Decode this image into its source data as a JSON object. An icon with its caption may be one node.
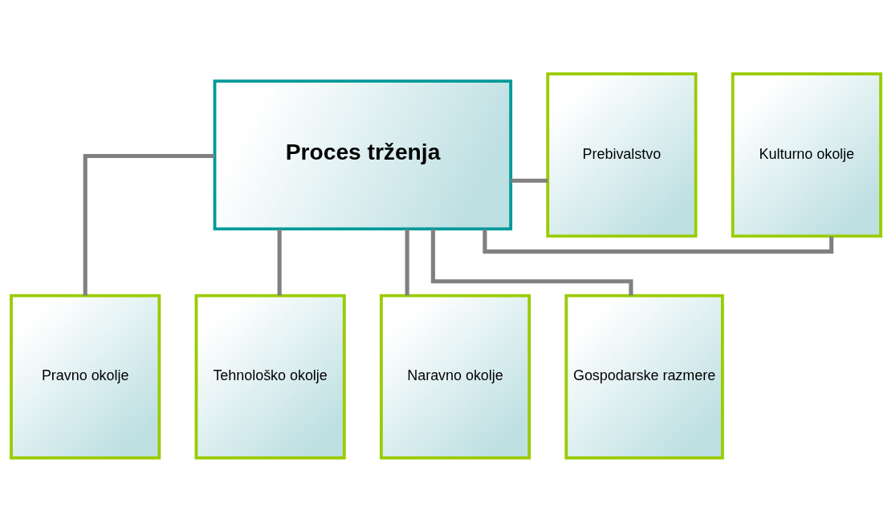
{
  "diagram": {
    "nodes": [
      {
        "text": [
          "Proces trženja"
        ]
      },
      {
        "text": [
          "Kulturno okolje"
        ]
      },
      {
        "text": [
          "Prebivalstvo"
        ]
      },
      {
        "text": [
          "Pravno okolje"
        ]
      },
      {
        "text": [
          "Tehnološko okolje"
        ]
      },
      {
        "text": [
          "Naravno okolje"
        ]
      },
      {
        "text": [
          "Gospodarske razmere"
        ]
      }
    ],
    "edges": [
      {
        "from": 0,
        "to": 1,
        "arrow": "none"
      },
      {
        "from": 0,
        "to": 2,
        "arrow": "none"
      },
      {
        "from": 0,
        "to": 3,
        "arrow": "none"
      },
      {
        "from": 0,
        "to": 4,
        "arrow": "none"
      },
      {
        "from": 0,
        "to": 5,
        "arrow": "none"
      },
      {
        "from": 0,
        "to": 6,
        "arrow": "none"
      }
    ]
  }
}
